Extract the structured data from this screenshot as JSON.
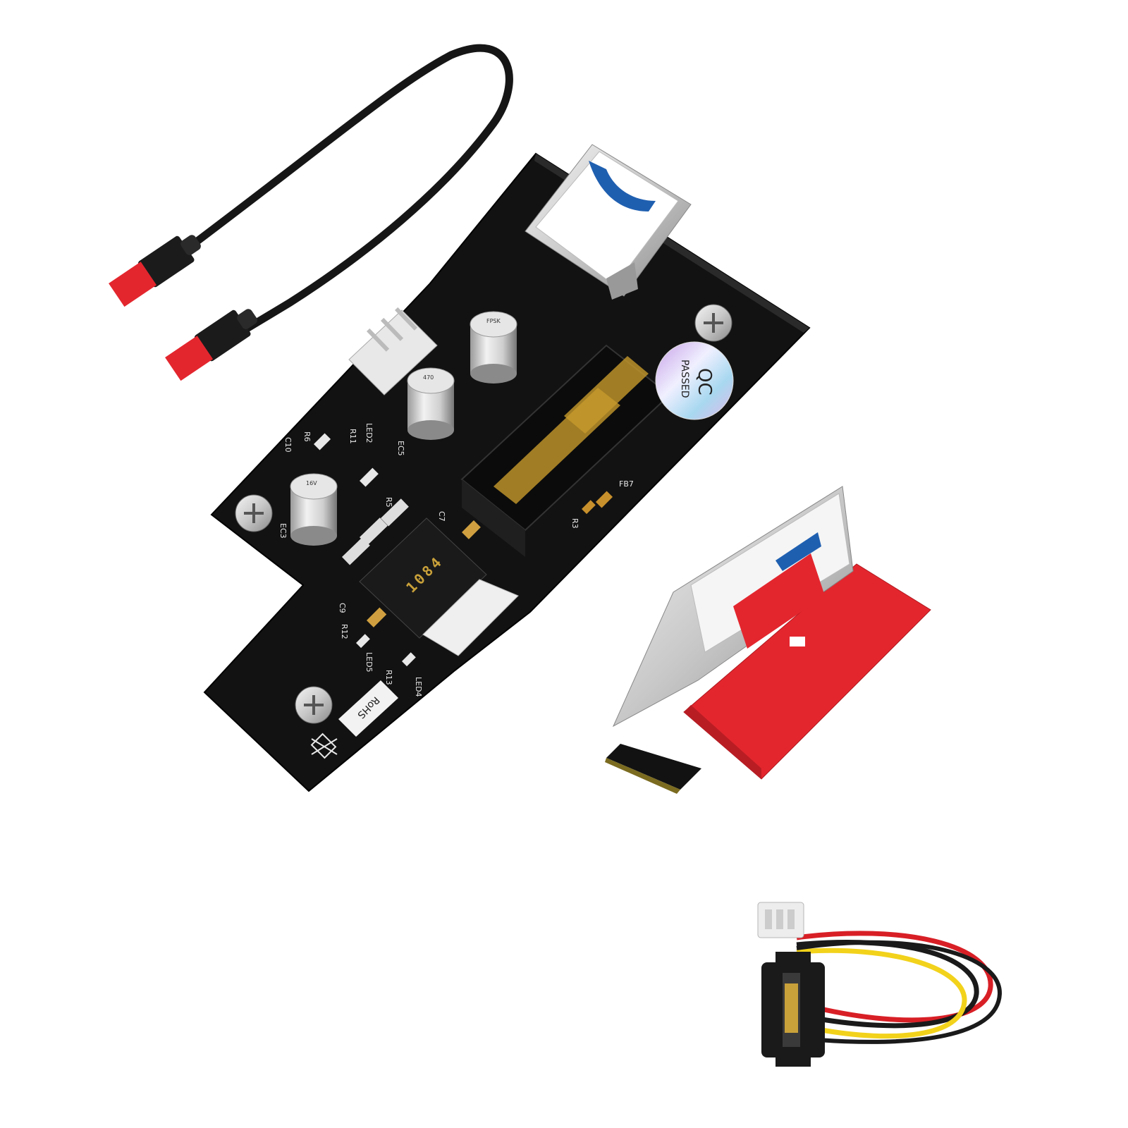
{
  "product": {
    "board": {
      "chip_label": "1084",
      "qc_sticker": {
        "line1": "QC",
        "line2": "PASSED"
      },
      "rohs_label": "RoHS",
      "silkscreen": {
        "ec5": "EC5",
        "ec3": "EC3",
        "fb7": "FB7",
        "led2": "LED2",
        "led4": "LED4",
        "led5": "LED5",
        "r11": "R11",
        "r12": "R12",
        "r13": "R13",
        "r5": "R5",
        "r6": "R6",
        "c10": "C10",
        "c9": "C9",
        "c7": "C7",
        "r3": "R3"
      },
      "capacitor_marking": {
        "line1": "FPSK",
        "line2": "470",
        "line3": "16V"
      }
    },
    "colors": {
      "pcb": "#121212",
      "usb_blue": "#1f5fb0",
      "riser_red": "#e3262e",
      "cable_black": "#1a1a1a",
      "wire_red": "#d81f26",
      "wire_yellow": "#f2d21b"
    },
    "components": [
      "usb-cable-icon",
      "pcie-riser-board",
      "usb3-adapter-card",
      "sata-power-cable-icon"
    ]
  }
}
